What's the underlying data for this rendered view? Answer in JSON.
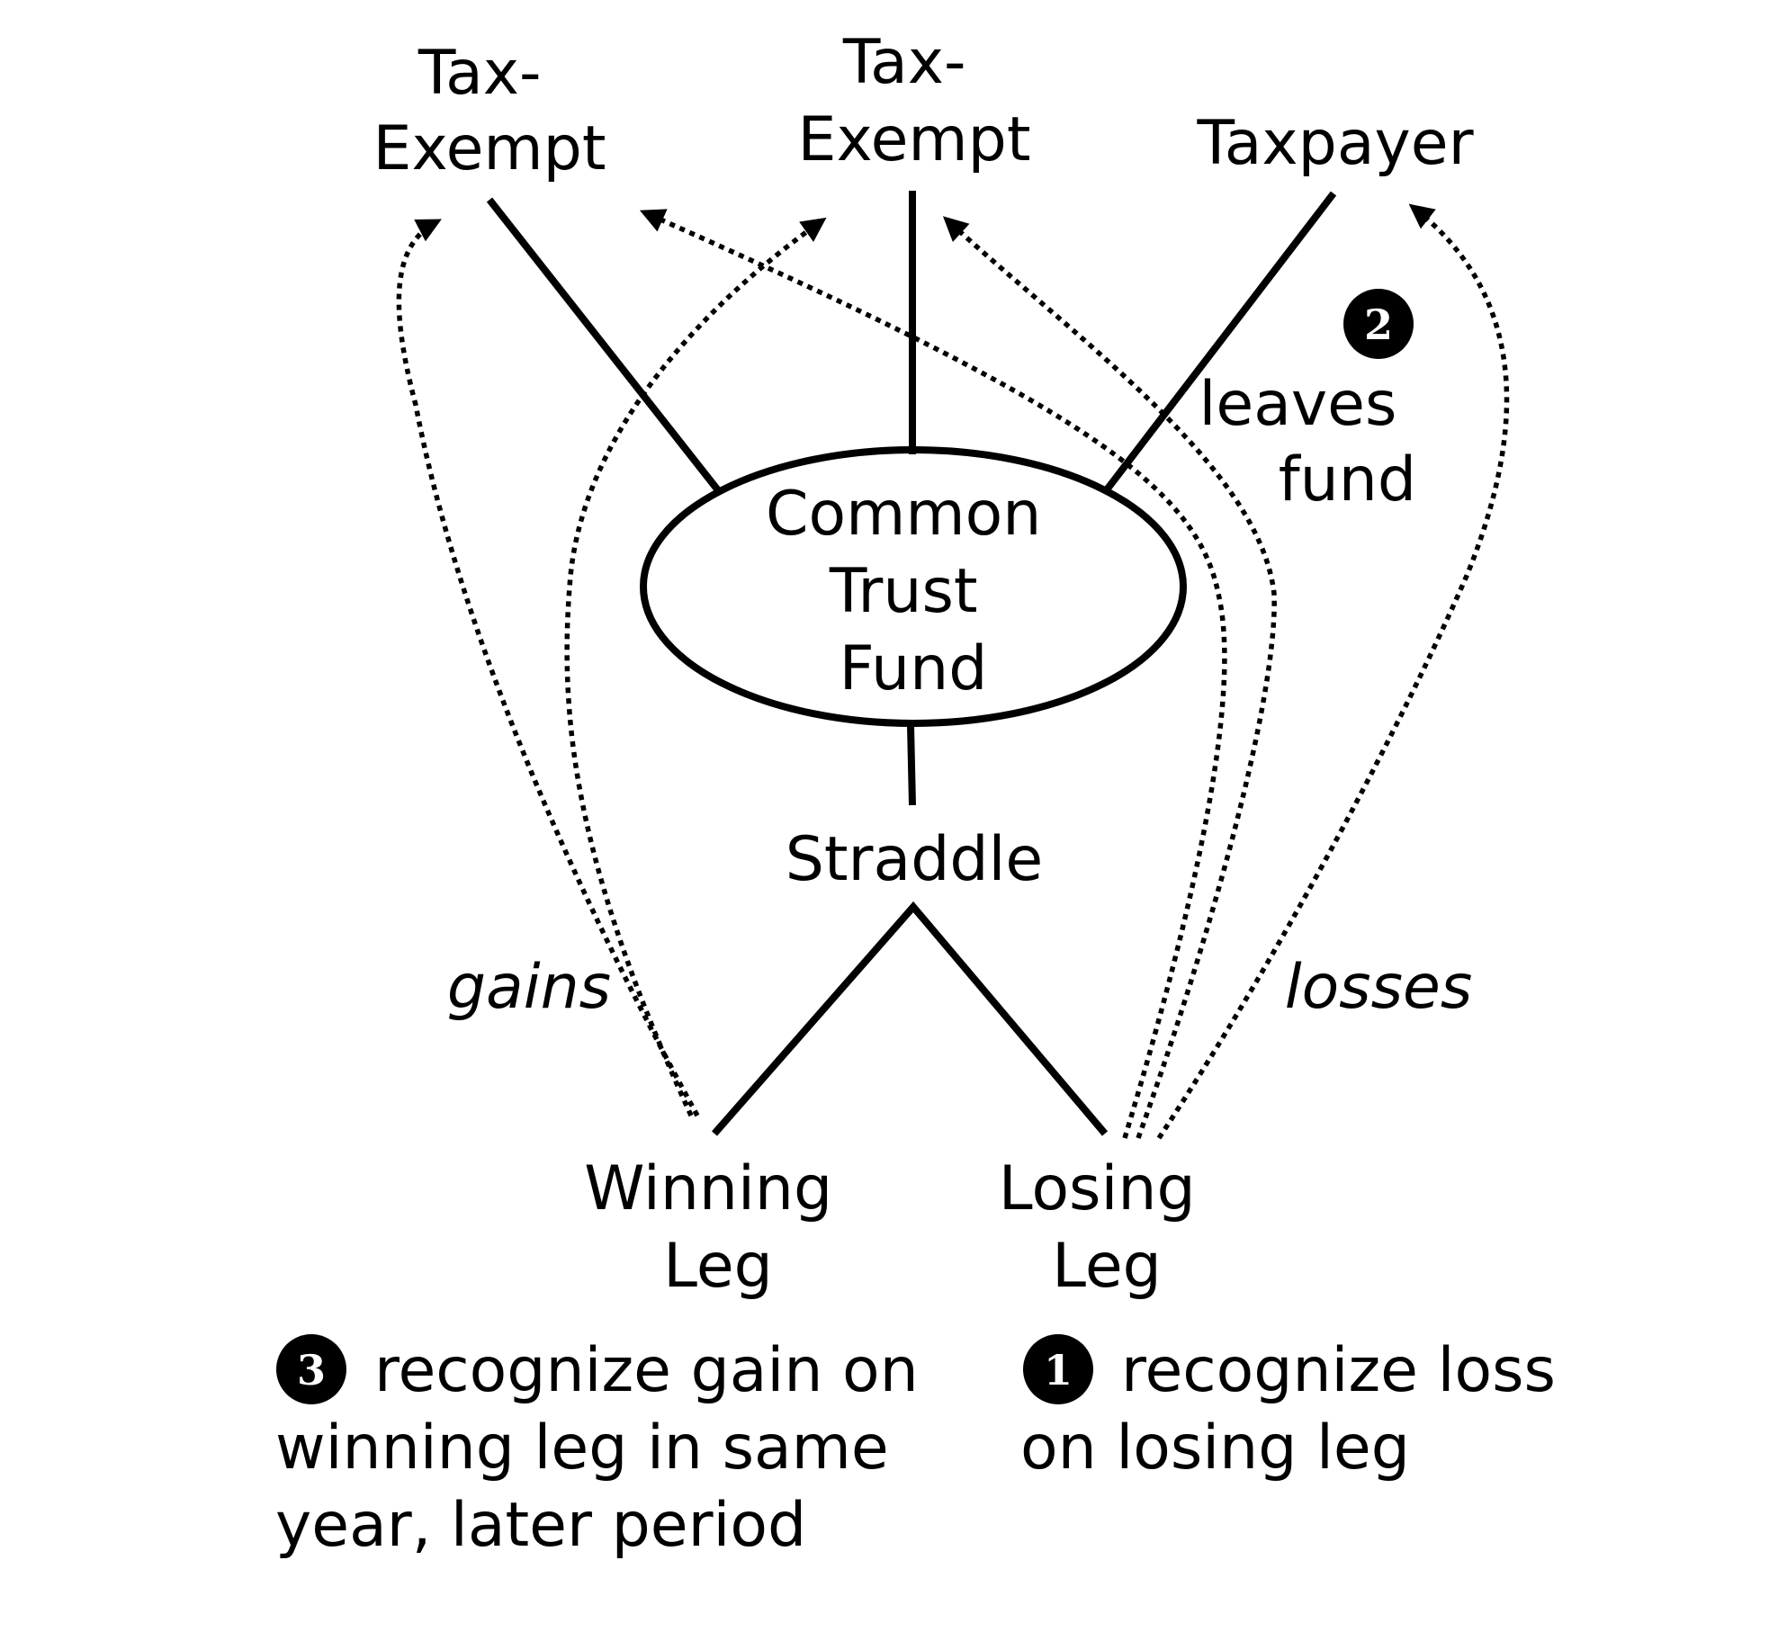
{
  "nodes": {
    "tax_exempt_left": [
      "Tax-",
      "Exempt"
    ],
    "tax_exempt_middle": [
      "Tax-",
      "Exempt"
    ],
    "taxpayer": "Taxpayer",
    "common_trust_fund": [
      "Common",
      "Trust",
      "Fund"
    ],
    "straddle": "Straddle",
    "winning_leg": [
      "Winning",
      "Leg"
    ],
    "losing_leg": [
      "Losing",
      "Leg"
    ]
  },
  "edge_labels": {
    "gains": "gains",
    "losses": "losses"
  },
  "steps": [
    {
      "number": "1",
      "lines": [
        "recognize loss",
        "on losing leg"
      ]
    },
    {
      "number": "2",
      "lines": [
        "leaves",
        "fund"
      ]
    },
    {
      "number": "3",
      "lines": [
        "recognize gain on",
        "winning leg in same",
        "year, later period"
      ]
    }
  ],
  "colors": {
    "ink": "#000000",
    "background": "#ffffff"
  }
}
